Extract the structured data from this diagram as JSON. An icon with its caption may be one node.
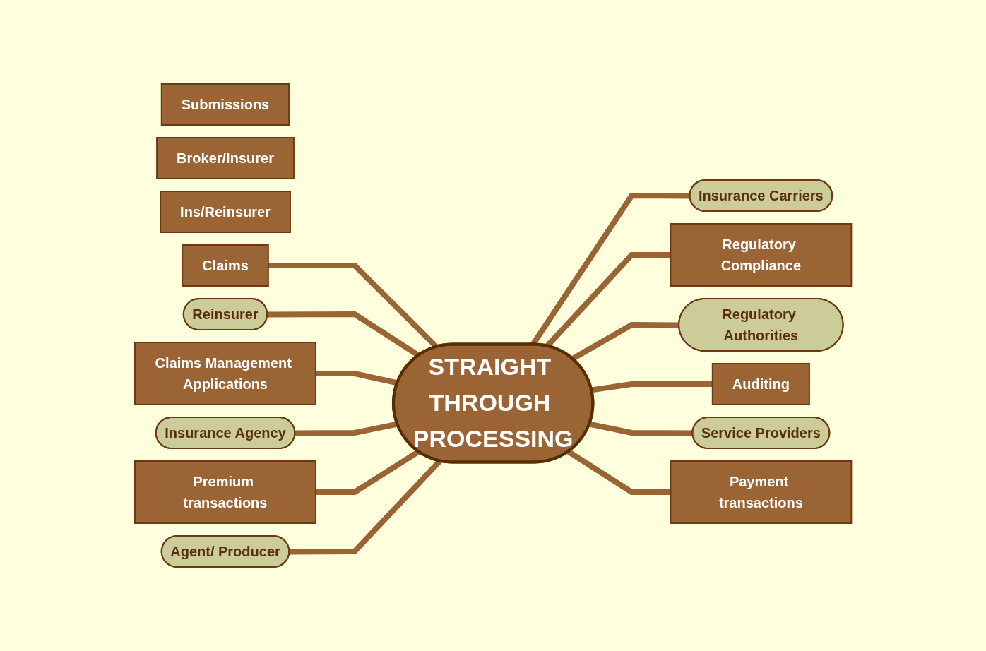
{
  "diagram": {
    "nodes": [
      {
        "text": [
          "Submissions"
        ]
      },
      {
        "text": [
          "Broker/Insurer"
        ]
      },
      {
        "text": [
          "Ins/Reinsurer"
        ]
      },
      {
        "text": [
          "Claims"
        ]
      },
      {
        "text": [
          "Insurance Carriers"
        ]
      },
      {
        "text": [
          "Regulatory Compliance"
        ]
      },
      {
        "text": [
          "Reinsurer"
        ]
      },
      {
        "text": [
          "Regulatory Authorities"
        ]
      },
      {
        "text": [
          "STRAIGHT THROUGH PROCESSING"
        ]
      },
      {
        "text": [
          "Claims Management Applications"
        ]
      },
      {
        "text": [
          "Auditing"
        ]
      },
      {
        "text": [
          "Insurance Agency"
        ]
      },
      {
        "text": [
          "Service Providers"
        ]
      },
      {
        "text": [
          "Premium transactions"
        ]
      },
      {
        "text": [
          "Payment transactions"
        ]
      },
      {
        "text": [
          "Agent/ Producer"
        ]
      }
    ],
    "edges": [
      {
        "from": 3,
        "to": 8,
        "arrow": "none"
      },
      {
        "from": 8,
        "to": 4,
        "arrow": "none"
      },
      {
        "from": 8,
        "to": 5,
        "arrow": "none"
      },
      {
        "from": 6,
        "to": 8,
        "arrow": "none"
      },
      {
        "from": 8,
        "to": 7,
        "arrow": "none"
      },
      {
        "from": 9,
        "to": 8,
        "arrow": "none"
      },
      {
        "from": 8,
        "to": 10,
        "arrow": "none"
      },
      {
        "from": 11,
        "to": 8,
        "arrow": "none"
      },
      {
        "from": 8,
        "to": 12,
        "arrow": "none"
      },
      {
        "from": 13,
        "to": 8,
        "arrow": "none"
      },
      {
        "from": 8,
        "to": 14,
        "arrow": "none"
      },
      {
        "from": 15,
        "to": 8,
        "arrow": "none"
      }
    ]
  }
}
